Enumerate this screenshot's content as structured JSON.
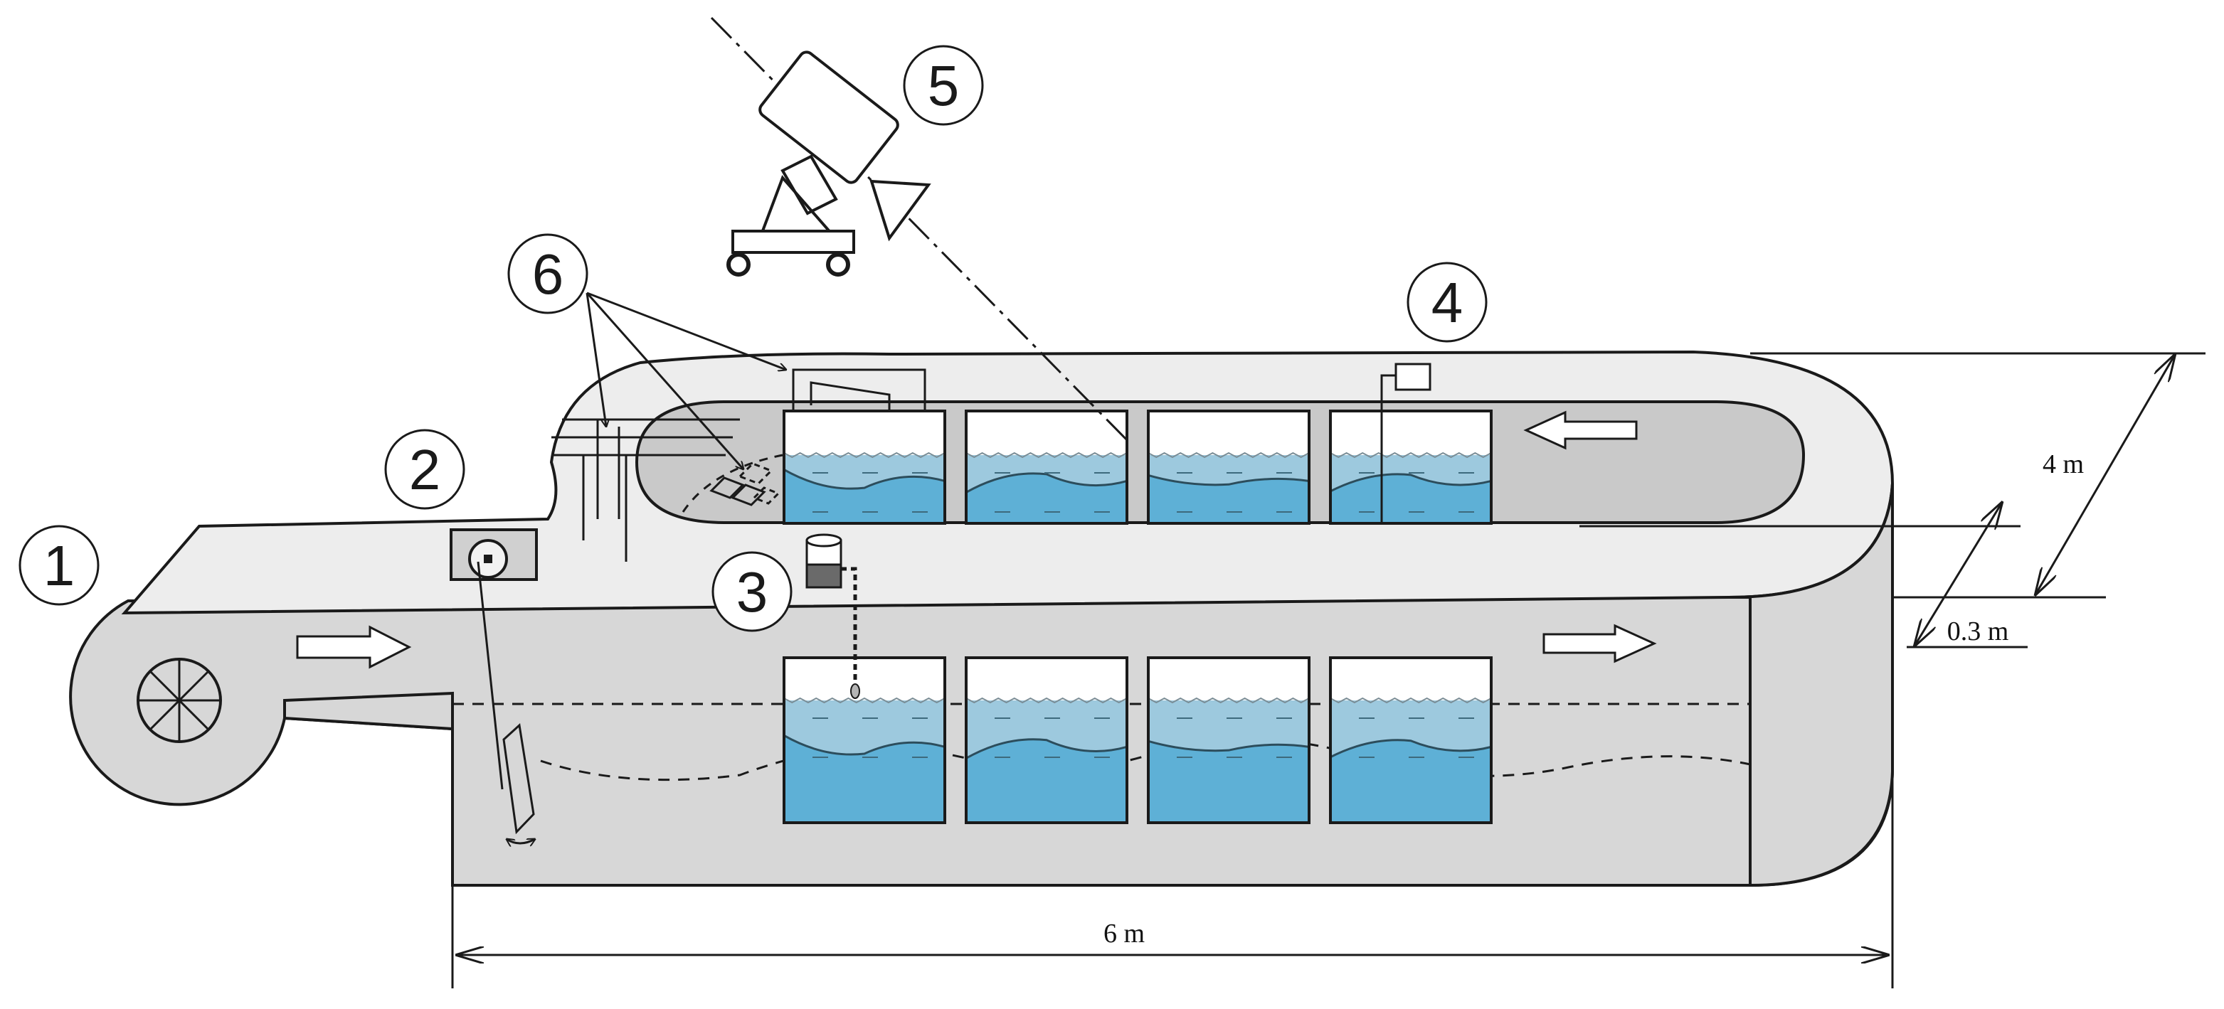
{
  "callouts": [
    "1",
    "2",
    "3",
    "4",
    "5",
    "6"
  ],
  "dimensions": {
    "length": "6 m",
    "width": "4 m",
    "channel": "0.3 m"
  },
  "colors": {
    "tank_floor": "#d7d7d7",
    "tank_top": "#ededed",
    "island": "#c9c9c9",
    "water_light": "#9dc9de",
    "water_dark": "#5eb0d6",
    "outline": "#1a1a1a"
  }
}
